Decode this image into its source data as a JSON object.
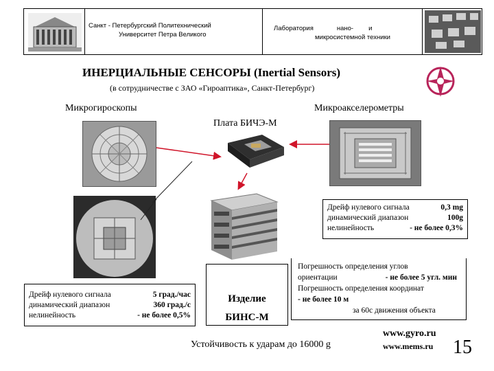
{
  "header": {
    "university_line1": "Санкт - Петербургский Политехнический",
    "university_line2": "Университет Петра Великого",
    "lab_line1_a": "Лаборатория",
    "lab_line1_b": "нано-",
    "lab_line1_c": "и",
    "lab_line2": "микросистемной техники"
  },
  "title": "ИНЕРЦИАЛЬНЫЕ СЕНСОРЫ (Inertial Sensors)",
  "subtitle": "(в сотрудничестве с ЗАО «Гироаптика», Санкт-Петербург)",
  "labels": {
    "gyros": "Микрогироскопы",
    "accels": "Микроакселерометры",
    "board": "Плата БИЧЭ-М",
    "product_1": "Изделие",
    "product_2": "БИНС-М"
  },
  "accel_specs": [
    {
      "name": "Дрейф нулевого сигнала",
      "value": "0,3 mg"
    },
    {
      "name": "динамический диапазон",
      "value": "100g"
    },
    {
      "name": "нелинейность",
      "value": "- не более 0,3%"
    }
  ],
  "gyro_specs": [
    {
      "name": "Дрейф нулевого сигнала",
      "value": "5 град./час"
    },
    {
      "name": "динамический диапазон",
      "value": "360 град./с"
    },
    {
      "name": "нелинейность",
      "value": "- не более 0,5%"
    }
  ],
  "accuracy": {
    "line1": "Погрешность определения углов",
    "line2_a": "ориентации",
    "line2_b": "- не более 5 угл. мин",
    "line3": "Погрешность определения координат",
    "line4": "- не более 10 м",
    "line5": "за 60с движения объекта"
  },
  "shock": "Устойчивость к ударам до 16000 g",
  "urls": {
    "url1": "www.gyro.ru",
    "url2": "www.mems.ru"
  },
  "page_number": "15",
  "colors": {
    "arrow": "#d0152a",
    "logo": "#b8245a",
    "spec_value": "#000000"
  }
}
